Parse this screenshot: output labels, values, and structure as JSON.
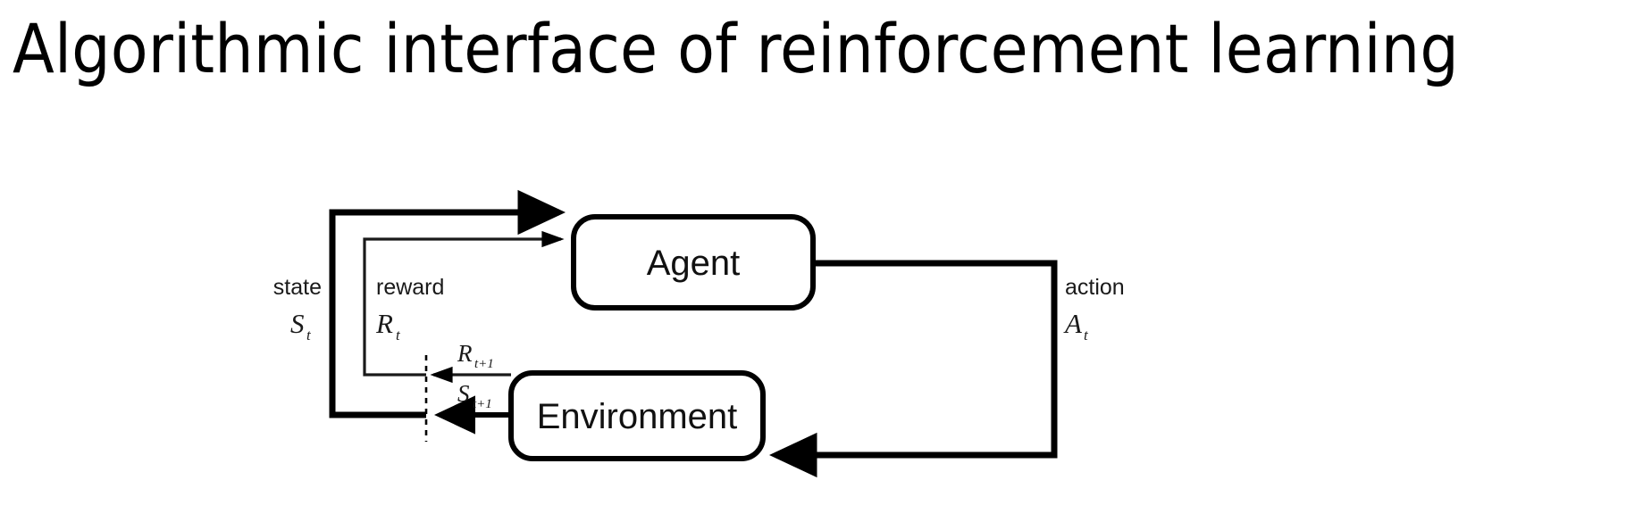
{
  "slide": {
    "title": "Algorithmic interface of reinforcement learning",
    "background_color": "#ffffff",
    "ink_color": "#000000"
  },
  "diagram": {
    "type": "reinforcement-learning-agent-environment-loop",
    "nodes": [
      {
        "id": "agent",
        "label": "Agent"
      },
      {
        "id": "environment",
        "label": "Environment"
      }
    ],
    "edges": [
      {
        "id": "state-edge",
        "from": "environment",
        "to": "agent",
        "label": "state",
        "symbol": "S",
        "symbol_subscript": "t",
        "weight": "thick"
      },
      {
        "id": "reward-edge",
        "from": "environment",
        "to": "agent",
        "label": "reward",
        "symbol": "R",
        "symbol_subscript": "t",
        "weight": "thin"
      },
      {
        "id": "action-edge",
        "from": "agent",
        "to": "environment",
        "label": "action",
        "symbol": "A",
        "symbol_subscript": "t",
        "weight": "thick"
      }
    ],
    "emitted_labels": [
      {
        "id": "reward-next",
        "symbol": "R",
        "symbol_subscript": "t+1"
      },
      {
        "id": "state-next",
        "symbol": "S",
        "symbol_subscript": "t+1"
      }
    ],
    "time_boundary": {
      "id": "time-step-divider",
      "style": "dashed"
    }
  }
}
